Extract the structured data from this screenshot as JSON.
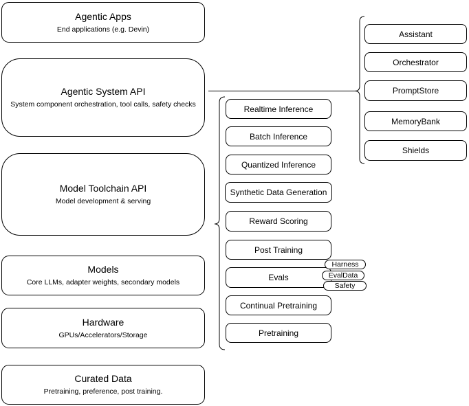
{
  "left_stack": [
    {
      "title": "Agentic Apps",
      "subtitle": "End applications (e.g. Devin)"
    },
    {
      "title": "Agentic System API",
      "subtitle": "System component orchestration, tool calls, safety checks"
    },
    {
      "title": "Model Toolchain API",
      "subtitle": "Model development & serving"
    },
    {
      "title": "Models",
      "subtitle": "Core LLMs, adapter weights, secondary models"
    },
    {
      "title": "Hardware",
      "subtitle": "GPUs/Accelerators/Storage"
    },
    {
      "title": "Curated Data",
      "subtitle": "Pretraining, preference, post training."
    }
  ],
  "model_toolchain_items": [
    {
      "label": "Realtime Inference"
    },
    {
      "label": "Batch Inference"
    },
    {
      "label": "Quantized Inference"
    },
    {
      "label": "Synthetic Data Generation"
    },
    {
      "label": "Reward Scoring"
    },
    {
      "label": "Post Training"
    },
    {
      "label": "Evals"
    },
    {
      "label": "Continual Pretraining"
    },
    {
      "label": "Pretraining"
    }
  ],
  "evals_badges": [
    {
      "label": "Harness"
    },
    {
      "label": "EvalData"
    },
    {
      "label": "Safety"
    }
  ],
  "agentic_system_components": [
    {
      "label": "Assistant"
    },
    {
      "label": "Orchestrator"
    },
    {
      "label": "PromptStore"
    },
    {
      "label": "MemoryBank"
    },
    {
      "label": "Shields"
    }
  ],
  "colors": {
    "stroke": "#000000",
    "canvas": "#ffffff",
    "text": "#000000"
  }
}
